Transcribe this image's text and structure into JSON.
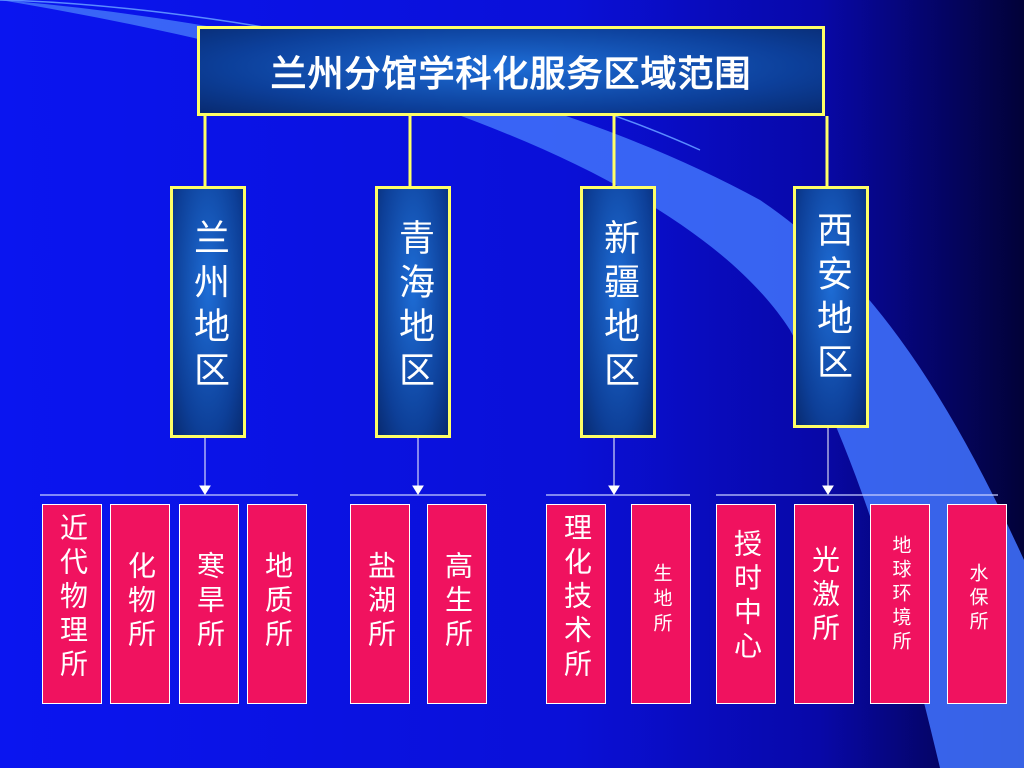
{
  "title": "兰州分馆学科化服务区域范围",
  "regions": [
    {
      "label": "兰州地区",
      "institutes": [
        "近代物理所",
        "化物所",
        "寒旱所",
        "地质所"
      ]
    },
    {
      "label": "青海地区",
      "institutes": [
        "盐湖所",
        "高生所"
      ]
    },
    {
      "label": "新疆地区",
      "institutes": [
        "理化技术所",
        "生地所"
      ]
    },
    {
      "label": "西安地区",
      "institutes": [
        "授时中心",
        "光激所",
        "地球环境所",
        "水保所"
      ]
    }
  ],
  "colors": {
    "background": "#0a15f0",
    "box_border": "#ffff66",
    "connector": "#ffff66",
    "institute_fill": "#f0125f",
    "text": "#ffffff"
  }
}
